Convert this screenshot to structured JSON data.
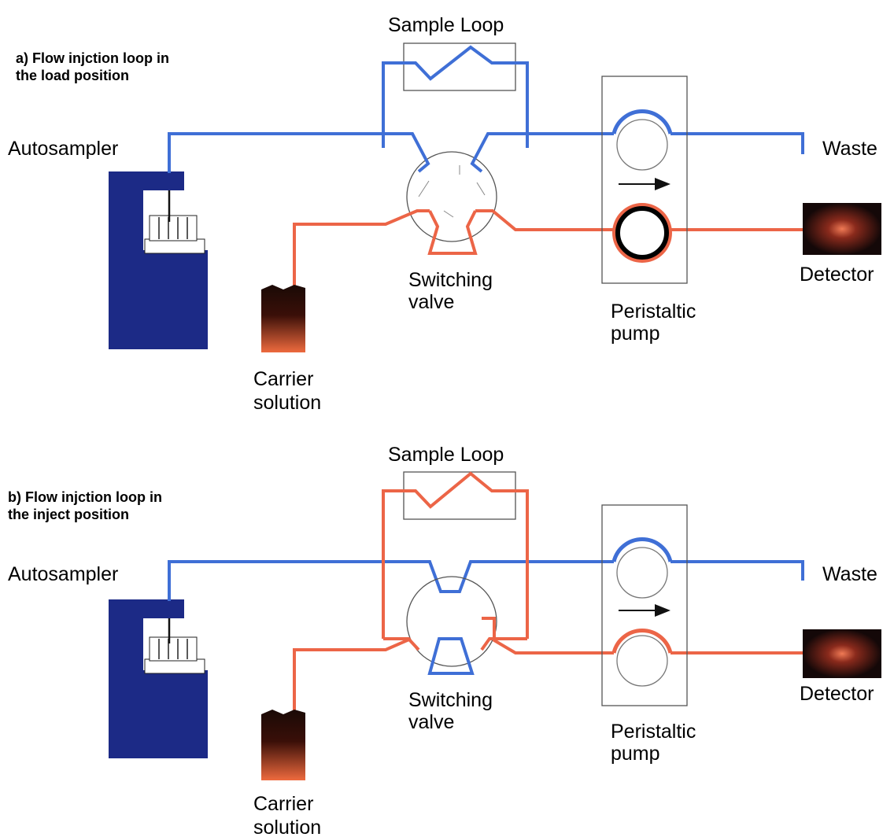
{
  "colors": {
    "blue_line": "#3f6fd6",
    "red_line": "#ec6547",
    "autosampler": "#1c2a86",
    "outline": "#555555",
    "background": "#ffffff"
  },
  "panels": [
    {
      "title_line1": "a) Flow injction loop in",
      "title_line2": "the load position",
      "sample_loop": "Sample Loop",
      "autosampler": "Autosampler",
      "waste": "Waste",
      "detector": "Detector",
      "valve_line1": "Switching",
      "valve_line2": "valve",
      "pump_line1": "Peristaltic",
      "pump_line2": "pump",
      "carrier_line1": "Carrier",
      "carrier_line2": "solution",
      "loop_color": "blue",
      "valve_bottom_color": "red",
      "active_roller": "bottom"
    },
    {
      "title_line1": "b) Flow injction loop in",
      "title_line2": "the inject position",
      "sample_loop": "Sample Loop",
      "autosampler": "Autosampler",
      "waste": "Waste",
      "detector": "Detector",
      "valve_line1": "Switching",
      "valve_line2": "valve",
      "pump_line1": "Peristaltic",
      "pump_line2": "pump",
      "carrier_line1": "Carrier",
      "carrier_line2": "solution",
      "loop_color": "red",
      "valve_bottom_color": "blue",
      "active_roller": "none"
    }
  ]
}
